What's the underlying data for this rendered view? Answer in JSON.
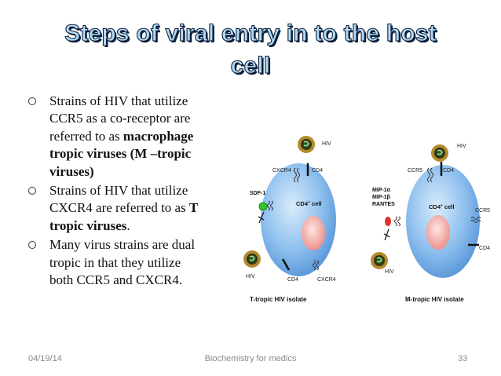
{
  "slide": {
    "title_line1": "Steps of viral entry in to the host",
    "title_line2": "cell",
    "bullets": [
      {
        "lines": [
          [
            {
              "t": "Strains of HIV that utilize"
            }
          ],
          [
            {
              "t": "CCR5 as a co-receptor are"
            }
          ],
          [
            {
              "t": "referred to as "
            },
            {
              "t": "macrophage",
              "b": true
            }
          ],
          [
            {
              "t": "tropic viruses (M –tropic",
              "b": true
            }
          ],
          [
            {
              "t": "viruses)",
              "b": true
            }
          ]
        ]
      },
      {
        "lines": [
          [
            {
              "t": " Strains of HIV that utilize"
            }
          ],
          [
            {
              "t": "CXCR4 are referred to as "
            },
            {
              "t": "T",
              "b": true
            }
          ],
          [
            {
              "t": "tropic viruses",
              "b": true
            },
            {
              "t": "."
            }
          ]
        ]
      },
      {
        "lines": [
          [
            {
              "t": "Many virus strains are dual"
            }
          ],
          [
            {
              "t": "tropic in that they utilize"
            }
          ],
          [
            {
              "t": "both CCR5 and CXCR4."
            }
          ]
        ]
      }
    ],
    "footer": {
      "date": "04/19/14",
      "center": "Biochemistry for medics",
      "page": "33"
    }
  },
  "figure": {
    "left_panel": {
      "caption": "T-tropic HIV isolate",
      "cell_label": "CD4",
      "cell_label_sup": "+",
      "cell_label_suffix": " cell",
      "labels": {
        "hiv_top": "HIV",
        "cxcr4_top": "CXCR4",
        "cd4_top": "CD4",
        "sdf1": "SDF-1",
        "hiv_bottom": "HIV",
        "cd4_bottom": "CD4",
        "cxcr4_bottom": "CXCR4"
      }
    },
    "right_panel": {
      "caption": "M-tropic HIV isolate",
      "cell_label": "CD4",
      "cell_label_sup": "+",
      "cell_label_suffix": " cell",
      "labels": {
        "hiv_top": "HIV",
        "ccr5_top": "CCR5",
        "cd4_top": "CD4",
        "mip1a": "MIP-1α",
        "mip1b": "MIP-1β",
        "rantes": "RANTES",
        "ccr5_right": "CCR5",
        "cd4_right": "CD4",
        "hiv_bottom": "HIV"
      }
    },
    "colors": {
      "cell": "#8fc0ee",
      "nucleus": "#f29a9a",
      "virus": "#b38b2c",
      "virus_core": "#3e8a3a",
      "sdf1": "#33c433",
      "chemokine": "#e03030"
    }
  }
}
